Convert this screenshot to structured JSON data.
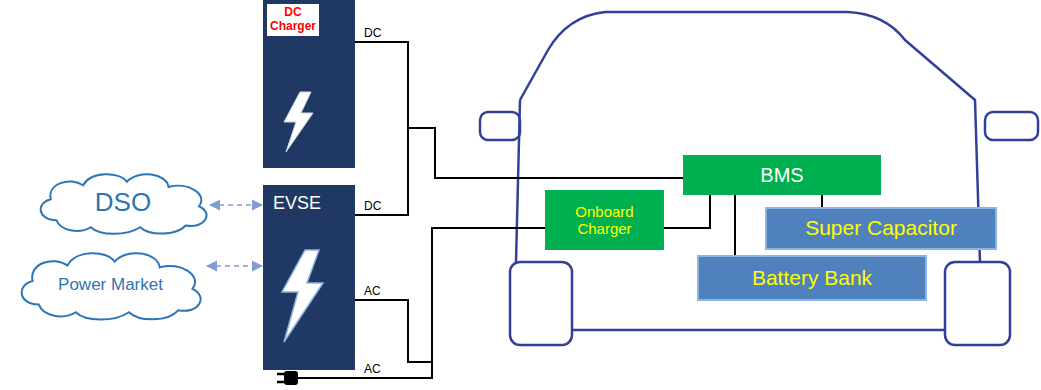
{
  "diagram": {
    "nodes": [
      {
        "text": [
          "DSO"
        ]
      },
      {
        "text": [
          "Power Market"
        ]
      },
      {
        "text": [
          "DC Charger"
        ]
      },
      {
        "text": [
          "EVSE"
        ]
      },
      {
        "text": [
          "BMS"
        ]
      },
      {
        "text": [
          "Onboard Charger"
        ]
      },
      {
        "text": [
          "Super Capacitor"
        ]
      },
      {
        "text": [
          "Battery Bank"
        ]
      }
    ],
    "edges": [
      {
        "from": 0,
        "to": 3,
        "arrow": "both"
      },
      {
        "from": 1,
        "to": 3,
        "arrow": "both"
      },
      {
        "from": 2,
        "to": 4,
        "label": "DC",
        "arrow": "none"
      },
      {
        "from": 3,
        "to": 4,
        "label": "DC",
        "arrow": "none"
      },
      {
        "from": 3,
        "to": 5,
        "label": "AC",
        "arrow": "none"
      },
      {
        "from": 5,
        "to": 4,
        "arrow": "none"
      },
      {
        "from": 4,
        "to": 6,
        "arrow": "none"
      },
      {
        "from": 4,
        "to": 7,
        "arrow": "none"
      }
    ],
    "labels": [
      "AC"
    ]
  }
}
